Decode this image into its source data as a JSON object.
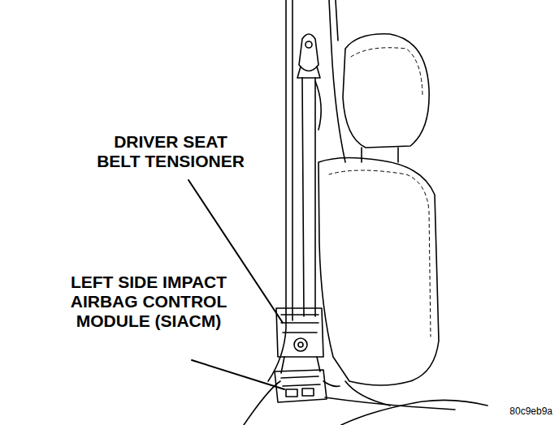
{
  "diagram": {
    "labels": [
      "DRIVER SEAT BELT TENSIONER",
      "LEFT SIDE IMPACT AIRBAG CONTROL MODULE (SIACM)",
      "80c9eb9a"
    ]
  }
}
